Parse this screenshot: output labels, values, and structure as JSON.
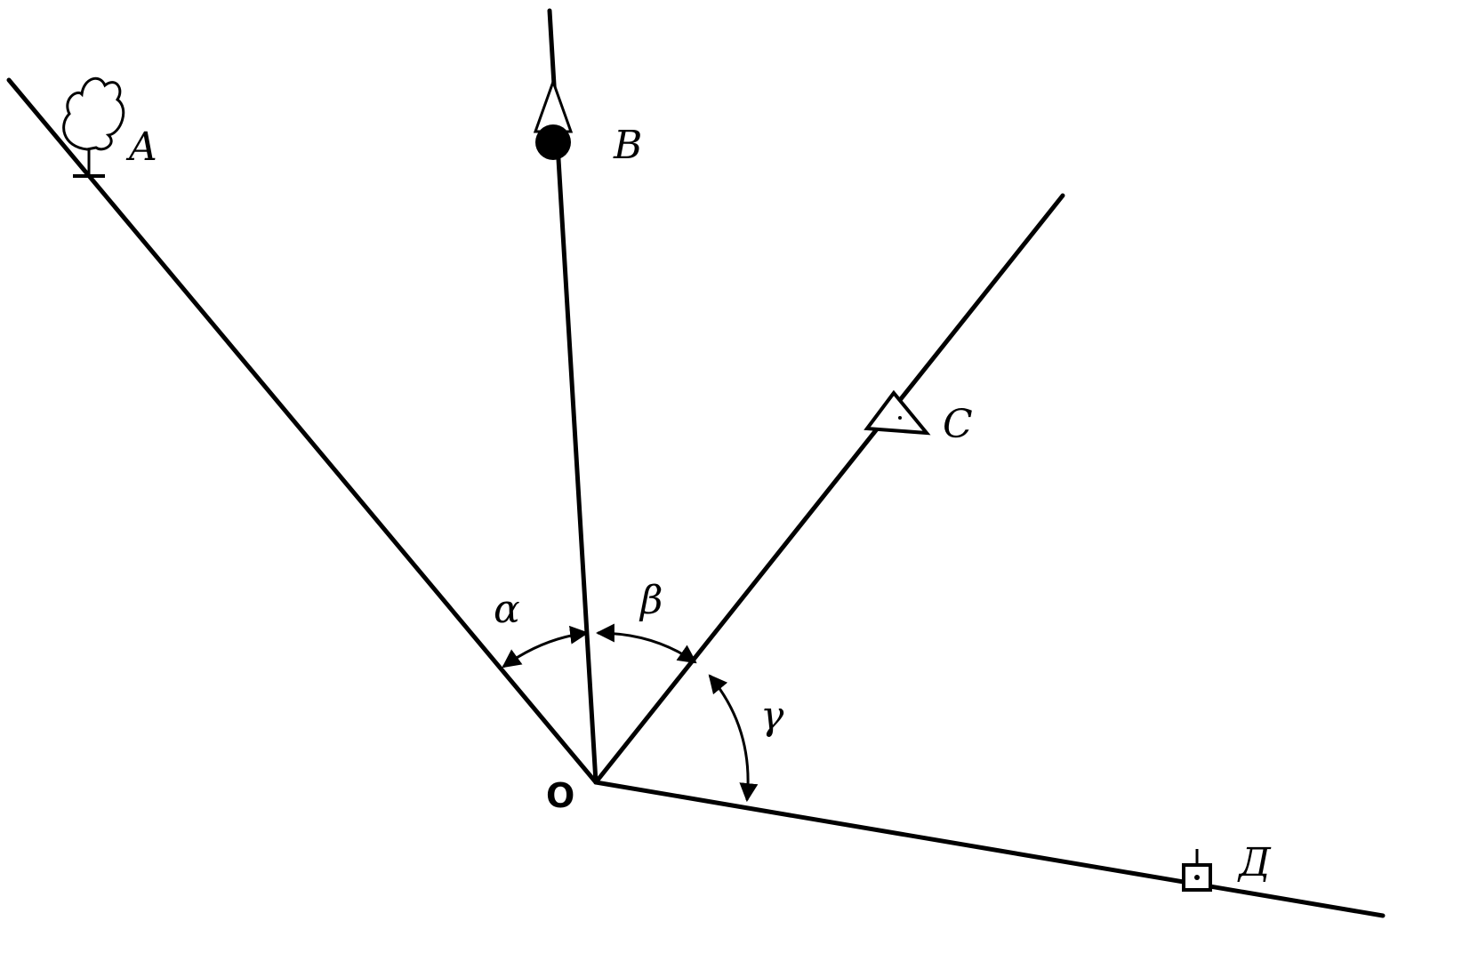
{
  "diagram": {
    "origin_label": "O",
    "points": {
      "a": "A",
      "b": "B",
      "c": "C",
      "d": "Д"
    },
    "angles": {
      "alpha": "α",
      "beta": "β",
      "gamma": "γ"
    },
    "icons": {
      "a": "tree-icon",
      "b": "pointed-marker-icon",
      "c": "triangle-icon",
      "d": "square-marker-icon"
    },
    "colors": {
      "stroke": "#000000",
      "background": "#ffffff"
    }
  }
}
